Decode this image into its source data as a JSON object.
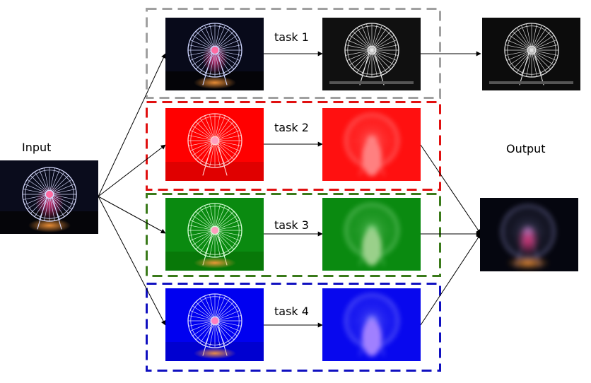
{
  "labels": {
    "input": "Input",
    "output": "Output",
    "task1": "task 1",
    "task2": "task 2",
    "task3": "task 3",
    "task4": "task 4"
  },
  "colors": {
    "task1_border": "#a0a0a0",
    "task2_border": "#e01010",
    "task3_border": "#3a7a1a",
    "task4_border": "#1010c0",
    "night_bg": "#05060f",
    "red_tint": "#ff0000",
    "green_tint": "#0a8a10",
    "blue_tint": "#0000f0"
  },
  "images": {
    "input": "ferris-wheel-night-photo",
    "task1_in": "ferris-wheel-night-photo",
    "task1_out": "ferris-wheel-grayscale-edges",
    "task2_in": "ferris-wheel-red-channel",
    "task2_out": "ferris-wheel-red-blurred",
    "task3_in": "ferris-wheel-green-channel",
    "task3_out": "ferris-wheel-green-blurred",
    "task4_in": "ferris-wheel-blue-channel",
    "task4_out": "ferris-wheel-blue-blurred",
    "output_top": "ferris-wheel-grayscale-edges",
    "output_bottom": "ferris-wheel-color-blurred"
  }
}
